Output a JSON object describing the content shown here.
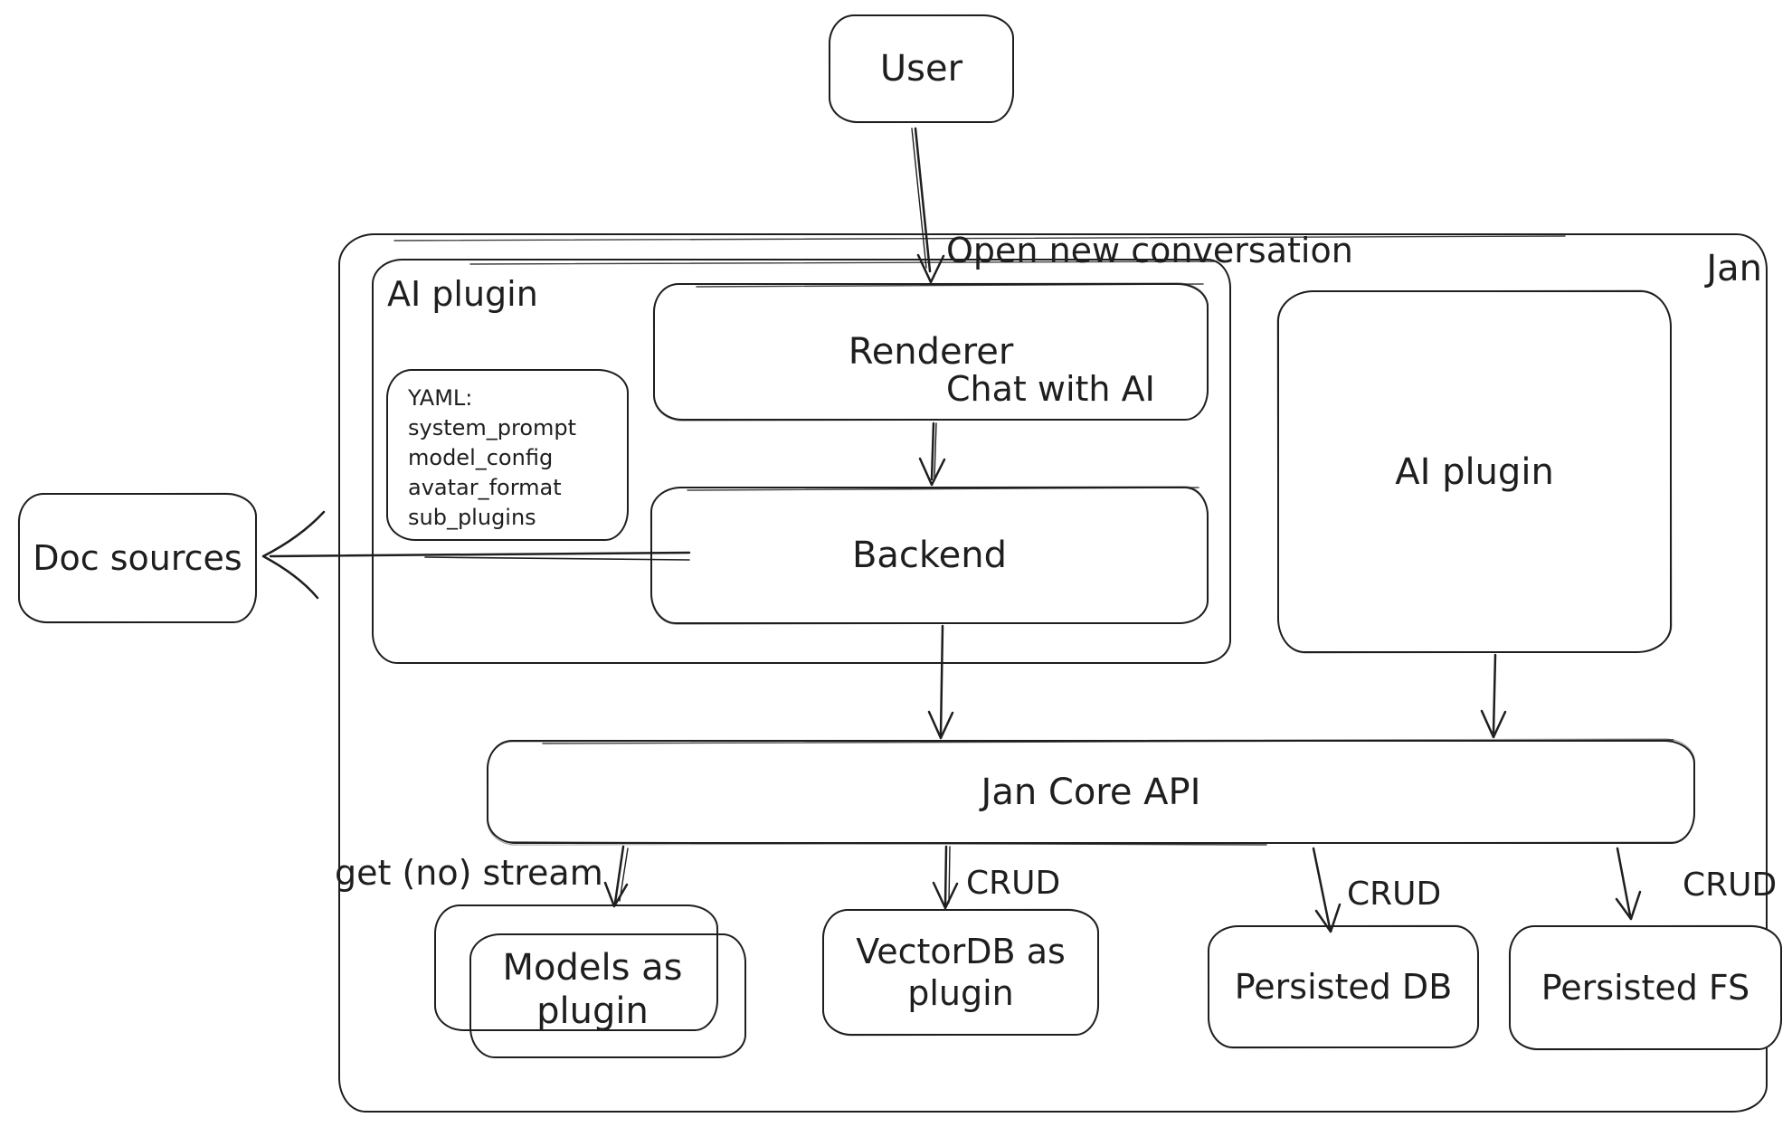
{
  "colors": {
    "stroke": "#1e1e1e",
    "background": "#ffffff"
  },
  "container": {
    "label": "Jan"
  },
  "nodes": {
    "user": "User",
    "ai_plugin_group": "AI plugin",
    "renderer": "Renderer",
    "backend": "Backend",
    "ai_plugin_right": "AI plugin",
    "doc_sources": "Doc sources",
    "jan_core_api": "Jan Core API",
    "models_as_plugin": "Models as plugin",
    "vectordb_as_plugin": "VectorDB as plugin",
    "persisted_db": "Persisted DB",
    "persisted_fs": "Persisted FS"
  },
  "note": {
    "lines": [
      "YAML:",
      "system_prompt",
      "model_config",
      "avatar_format",
      "sub_plugins"
    ]
  },
  "edge_labels": {
    "user_to_renderer": [
      "Open new conversation",
      "Chat with AI"
    ],
    "core_to_models": "get (no) stream",
    "core_to_vectordb": "CRUD",
    "core_to_persisted_db": "CRUD",
    "core_to_persisted_fs": "CRUD"
  }
}
